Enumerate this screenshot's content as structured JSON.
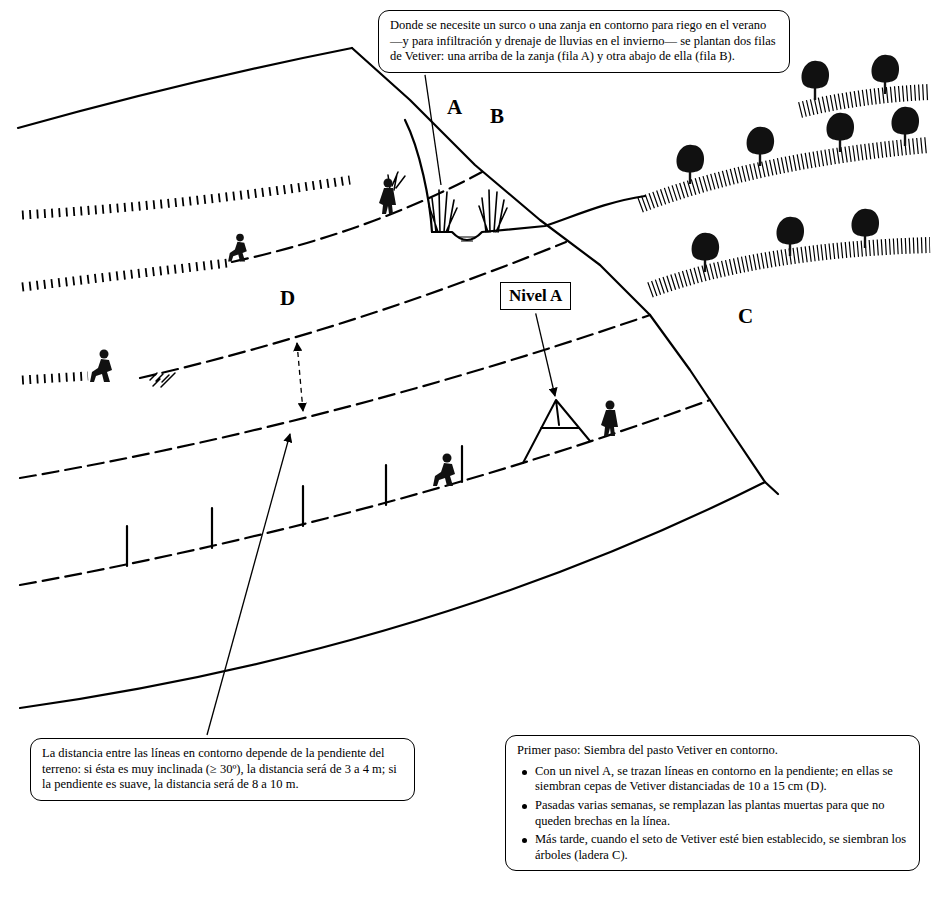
{
  "diagram": {
    "nodes": [
      {
        "text": [
          "Donde se necesite un surco o una zanja en contorno para riego en el verano —y para infiltración y drenaje de lluvias en el invierno— se plantan dos filas de Vetiver: una arriba de la zanja (fila A) y otra abajo de ella (fila B)."
        ]
      },
      {
        "text": [
          "Nivel A"
        ]
      },
      {
        "text": [
          "La distancia entre las líneas en contorno depende de la pendiente del terreno: si ésta es muy inclinada (≥ 30º), la distancia será de 3 a 4 m; si la pendiente es suave, la distancia será de 8 a 10 m."
        ]
      },
      {
        "text": [
          "Primer paso: Siembra del pasto Vetiver en contorno.",
          "Con un nivel A, se trazan líneas en contorno en la pendiente; en ellas se siembran cepas de Vetiver distanciadas de 10 a 15 cm (D).",
          "Pasadas varias semanas, se remplazan las plantas muertas para que no queden brechas en la línea.",
          "Más tarde, cuando el seto de Vetiver esté bien establecido, se siembran los árboles (ladera C)."
        ]
      }
    ],
    "labels": [
      "A",
      "B",
      "D",
      "C"
    ]
  }
}
